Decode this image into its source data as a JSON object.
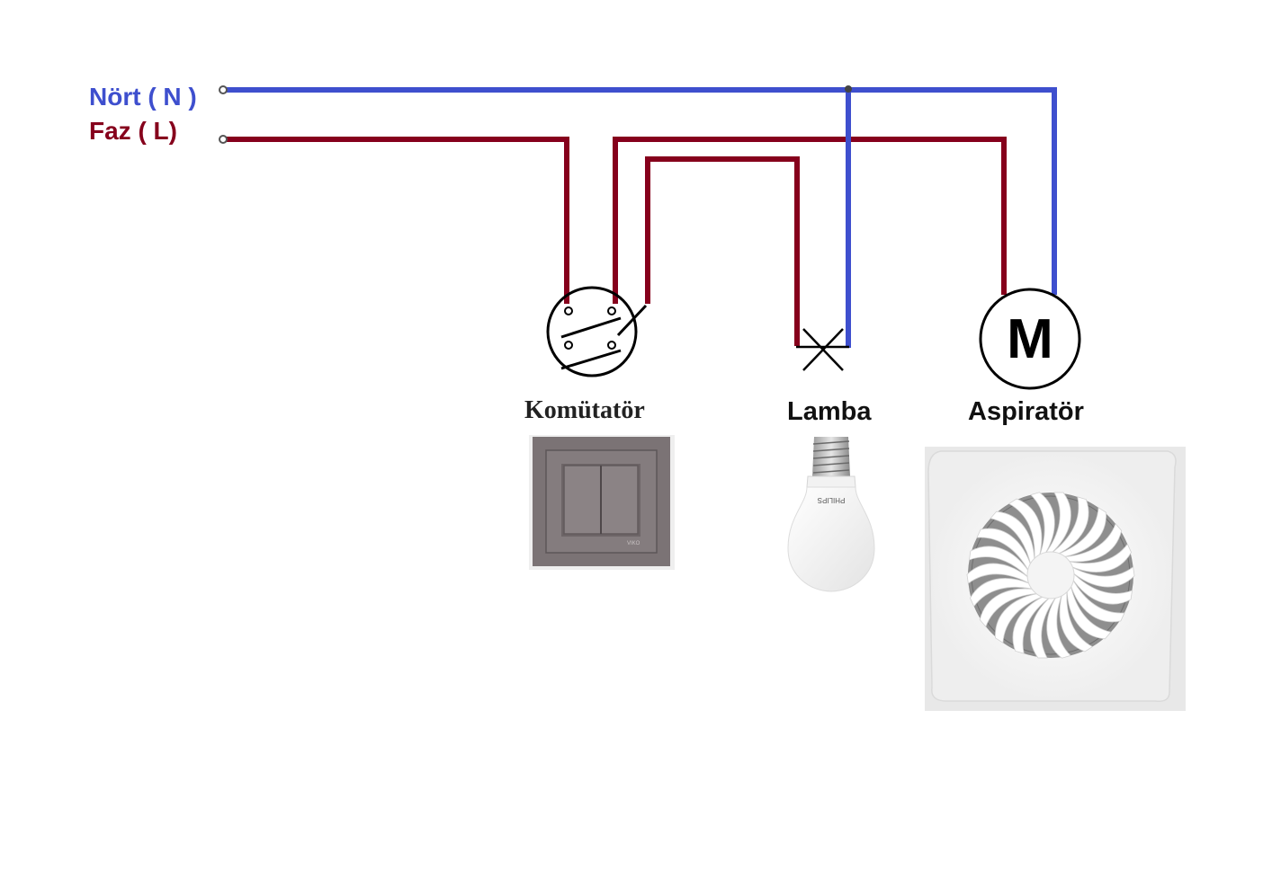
{
  "labels": {
    "neutral": "Nört ( N )",
    "phase": "Faz ( L)",
    "switch": "Komütatör",
    "lamp": "Lamba",
    "fan": "Aspiratör",
    "motor_symbol": "M",
    "bulb_brand": "PHILIPS",
    "switch_brand": "VIKO"
  },
  "colors": {
    "neutral_wire": "#3e4fce",
    "phase_wire": "#86001c",
    "neutral_label": "#3e4fce",
    "phase_label": "#86001c"
  },
  "icons": [
    "two-way-switch-symbol",
    "lamp-symbol",
    "motor-symbol",
    "switch-photo",
    "bulb-photo",
    "fan-photo"
  ]
}
